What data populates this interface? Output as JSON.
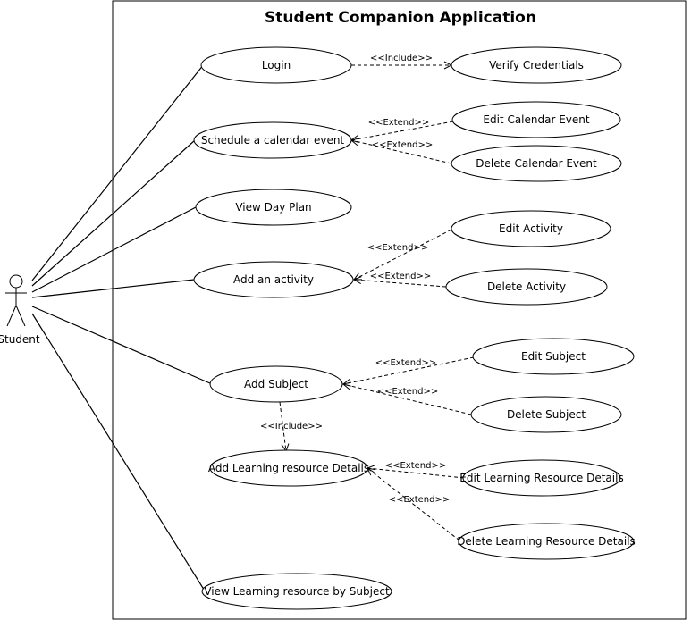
{
  "system": {
    "title": "Student Companion Application"
  },
  "actor": {
    "name": "Student"
  },
  "use_cases": {
    "login": "Login",
    "verify_credentials": "Verify Credentials",
    "schedule_event": "Schedule a calendar event",
    "edit_calendar_event": "Edit Calendar Event",
    "delete_calendar_event": "Delete Calendar Event",
    "view_day_plan": "View Day Plan",
    "add_activity": "Add an activity",
    "edit_activity": "Edit Activity",
    "delete_activity": "Delete Activity",
    "add_subject": "Add Subject",
    "edit_subject": "Edit Subject",
    "delete_subject": "Delete Subject",
    "add_learning_resource": "Add Learning resource Details",
    "edit_learning_resource": "Edit Learning Resource Details",
    "delete_learning_resource": "Delete Learning Resource Details",
    "view_learning_resource": "View Learning resource by Subject"
  },
  "relations": {
    "include": "<<Include>>",
    "extend": "<<Extend>>"
  }
}
